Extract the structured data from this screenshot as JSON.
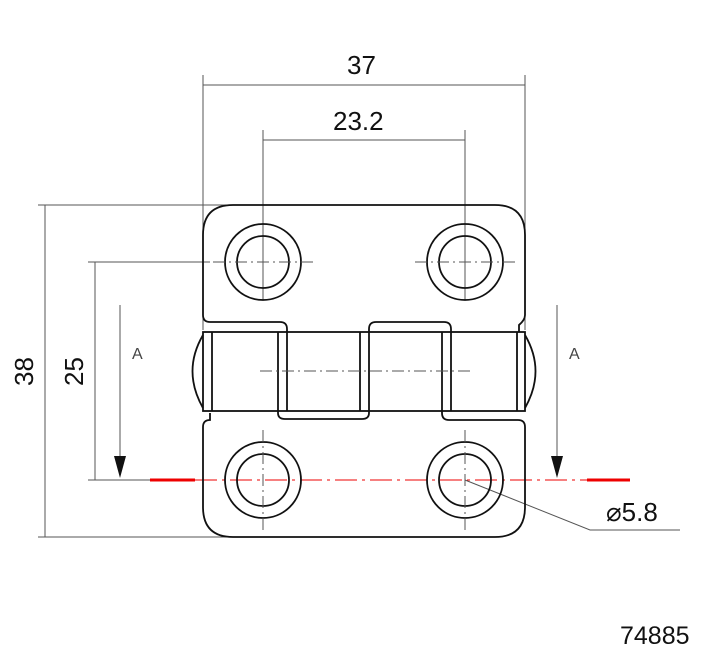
{
  "dimensions": {
    "overall_width": "37",
    "hole_spacing_x": "23.2",
    "overall_height": "38",
    "hole_spacing_y": "25",
    "hole_diameter": "⌀5.8"
  },
  "section_labels": {
    "left": "A",
    "right": "A"
  },
  "part_number": "74885",
  "colors": {
    "line": "#111111",
    "section": "#e00000",
    "dim": "#555555"
  }
}
